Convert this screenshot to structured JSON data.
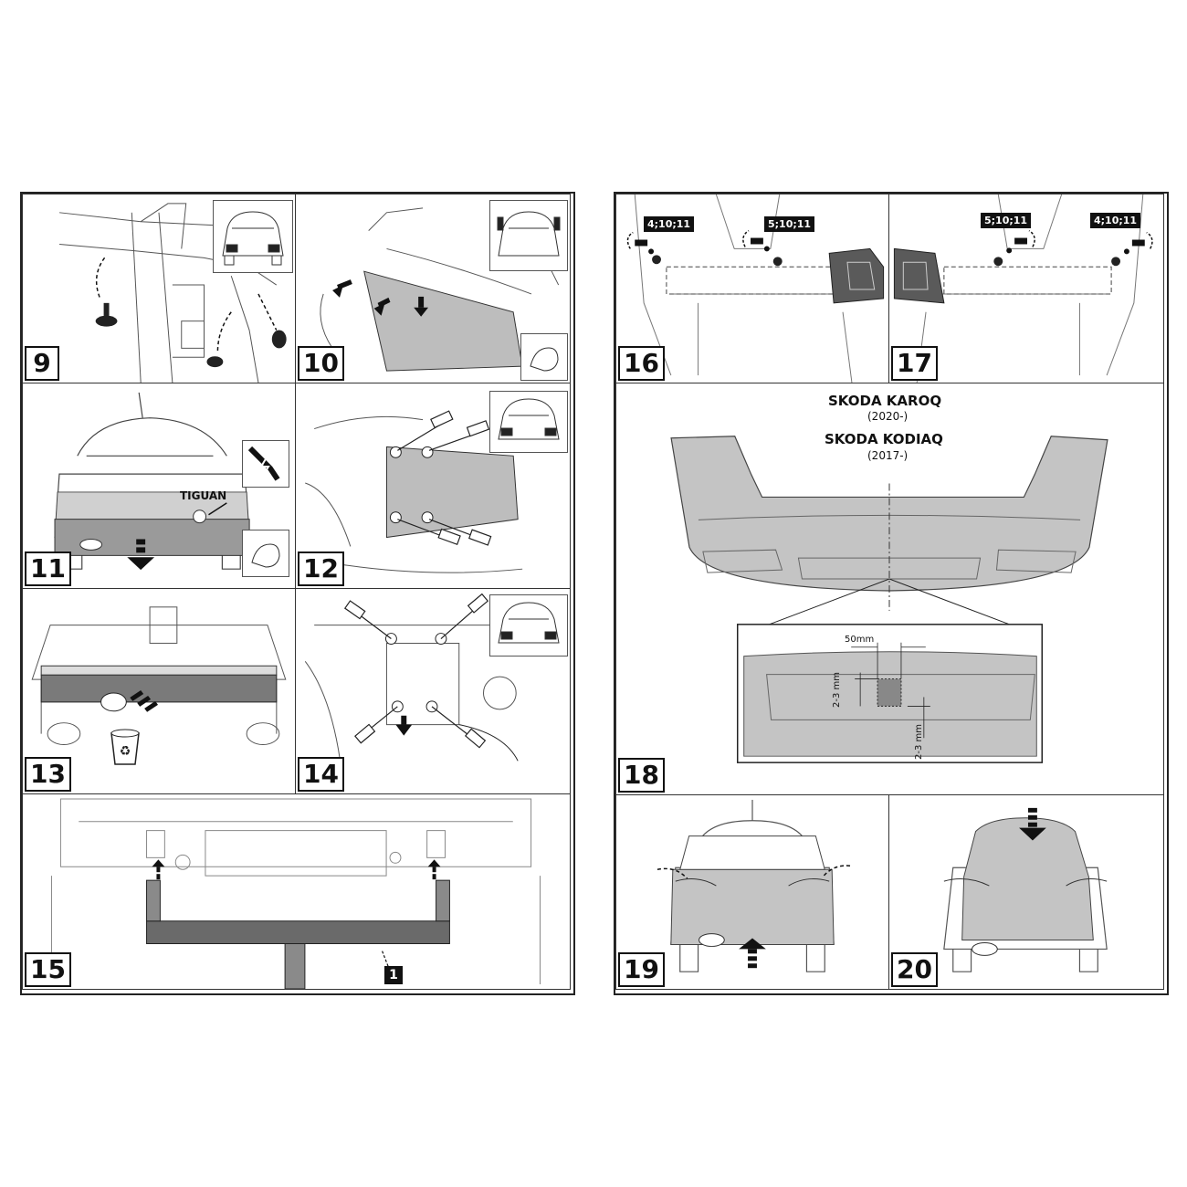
{
  "steps": {
    "s9": "9",
    "s10": "10",
    "s11": "11",
    "s12": "12",
    "s13": "13",
    "s14": "14",
    "s15": "15",
    "s16": "16",
    "s17": "17",
    "s18": "18",
    "s19": "19",
    "s20": "20"
  },
  "callouts": {
    "c16a": "4;10;11",
    "c16b": "5;10;11",
    "c17a": "5;10;11",
    "c17b": "4;10;11",
    "part1": "1"
  },
  "labels": {
    "tiguan": "TIGUAN",
    "karoq": "SKODA KAROQ",
    "karoq_year": "(2020-)",
    "kodiaq": "SKODA KODIAQ",
    "kodiaq_year": "(2017-)",
    "dim_50": "50mm",
    "dim_23a": "2-3 mm",
    "dim_23b": "2-3 mm"
  },
  "icons": [
    "car-rear-thumbnail-icon",
    "hand-clip-icon",
    "wire-plug-icon",
    "recycle-bin-icon",
    "screw-icon",
    "arrow-down-icon",
    "arrow-up-icon"
  ],
  "colors": {
    "fill_grey": "#bdbdbd",
    "dark_grey": "#5a5a5a",
    "line": "#333333"
  }
}
